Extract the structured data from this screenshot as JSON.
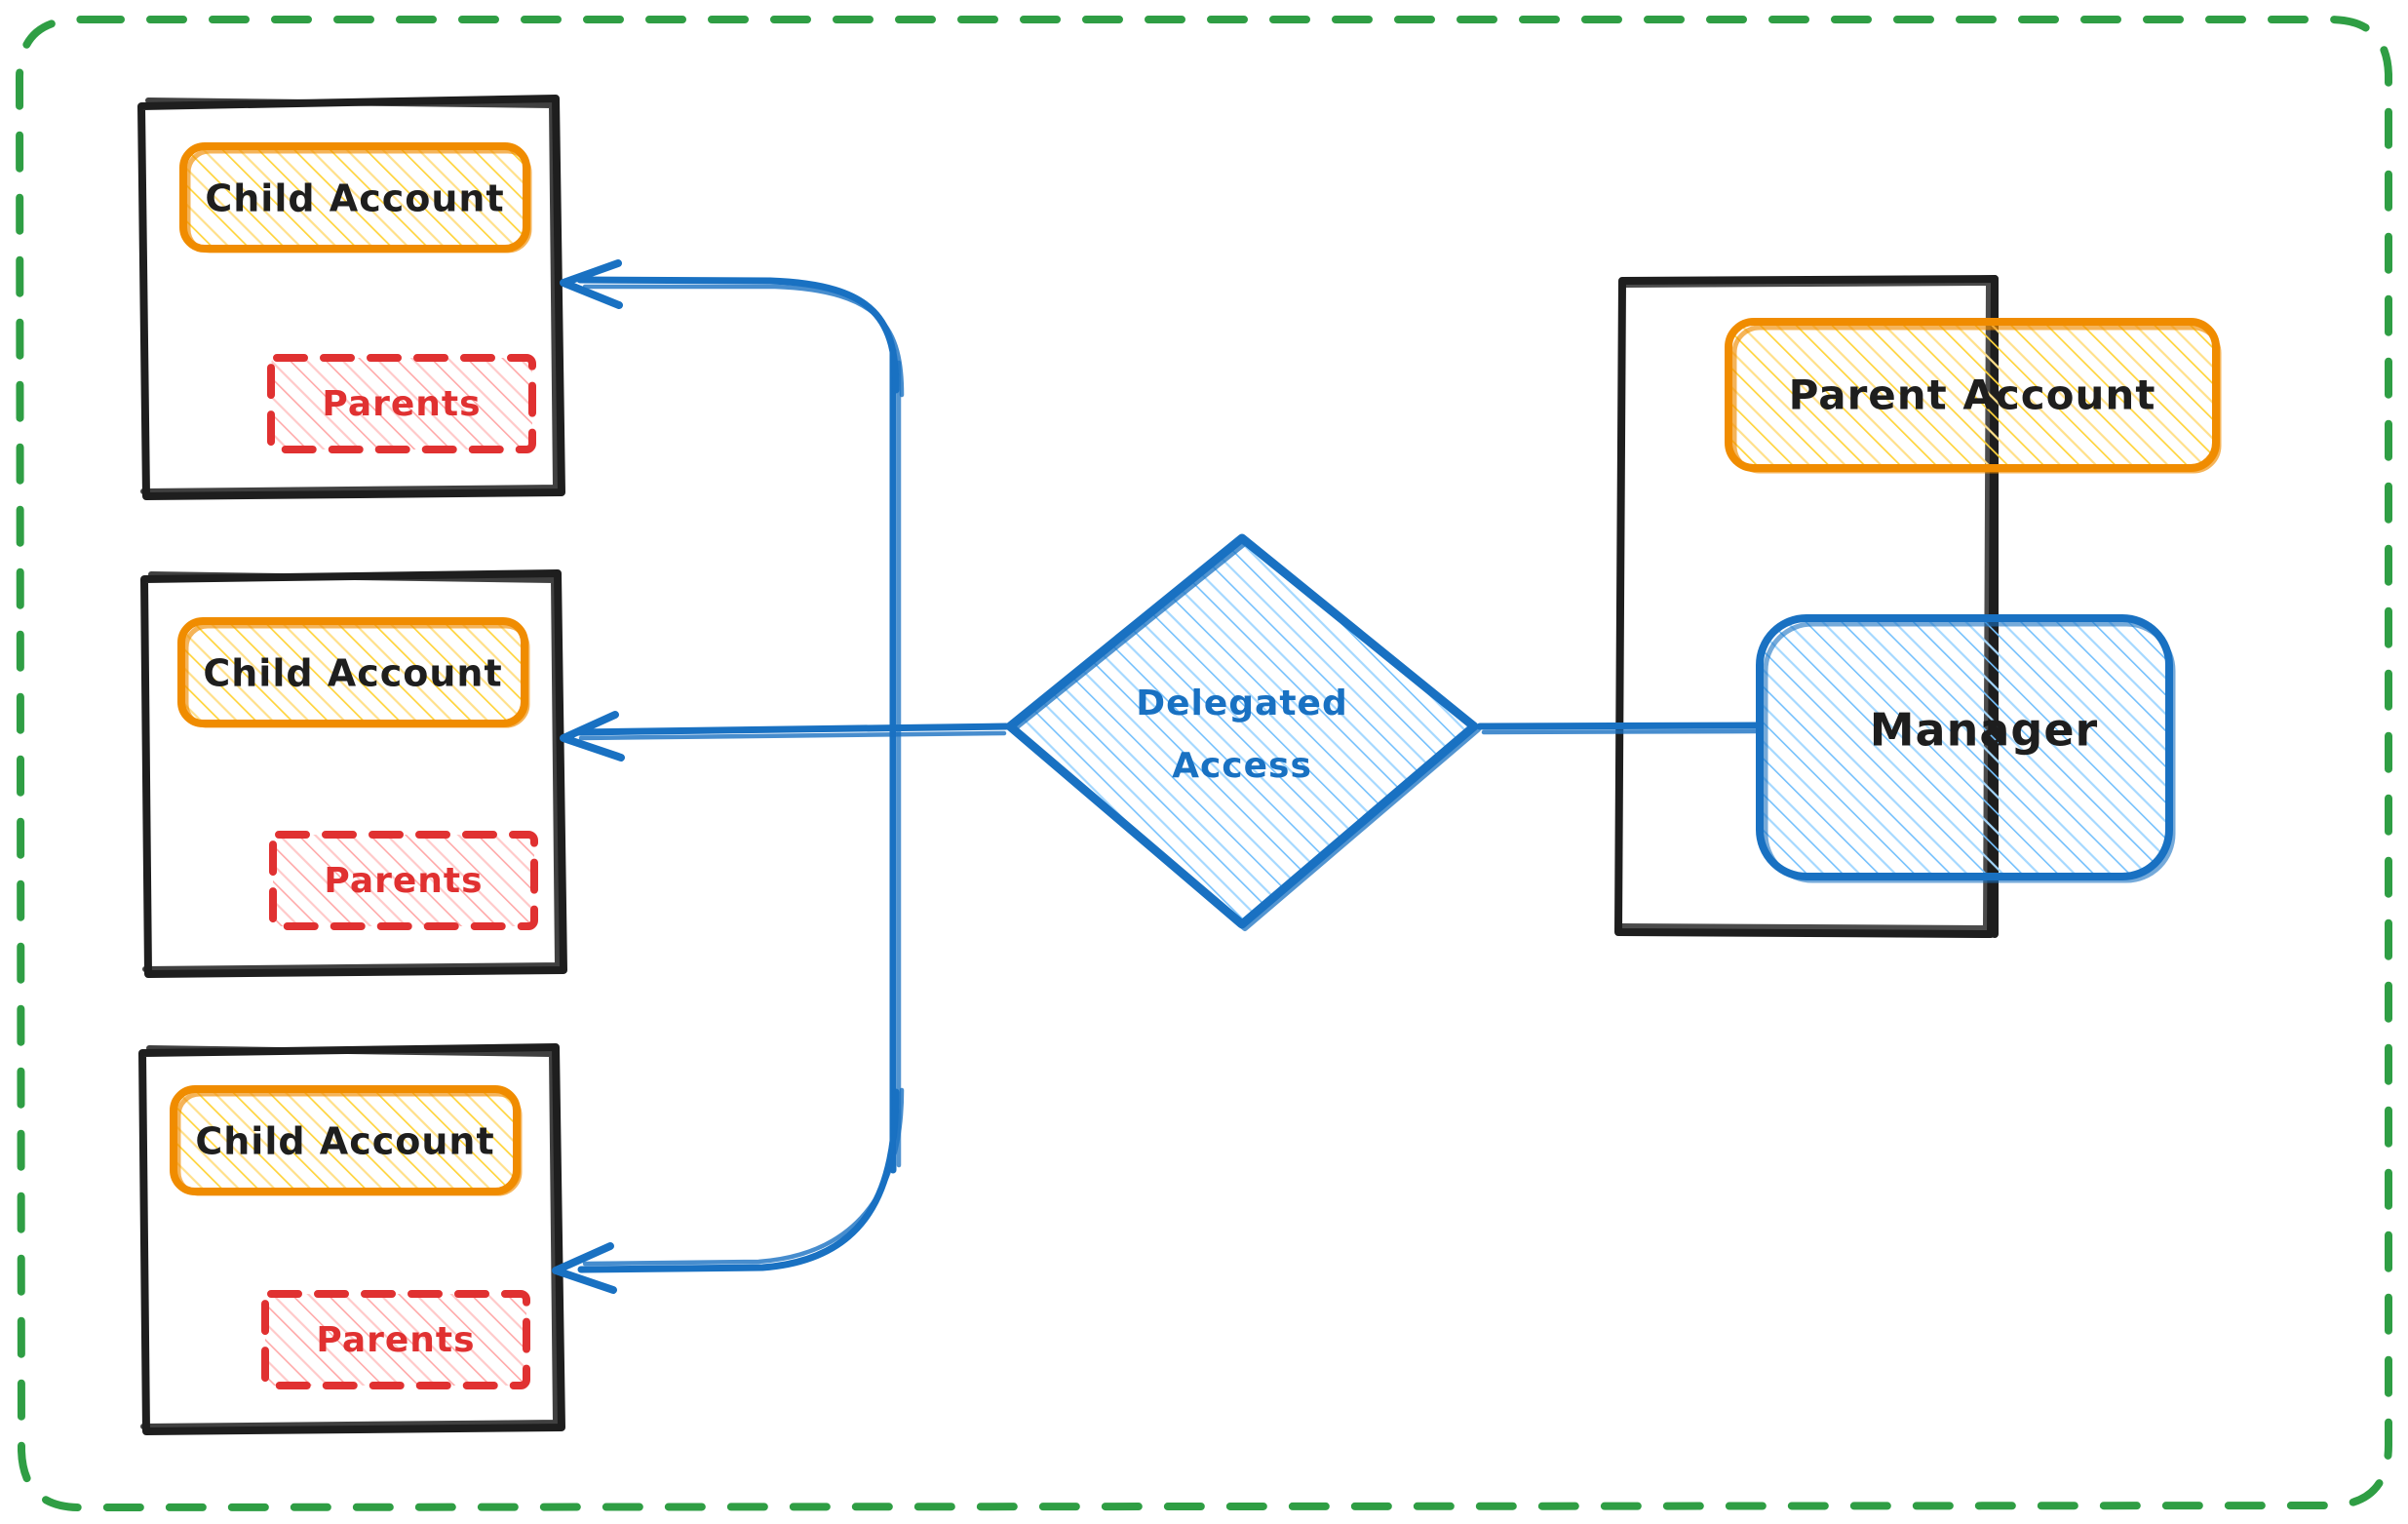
{
  "diagram": {
    "title": "Delegated Access",
    "style": "hand-drawn",
    "background": "#ffffff",
    "outer_boundary": {
      "name": "organization-boundary",
      "stroke": "#2f9e44",
      "dash": "dashed",
      "shape": "rounded-rectangle"
    },
    "colors": {
      "account_stroke": "#f08c00",
      "account_fill": "#ffec99",
      "parents_stroke": "#e03131",
      "parents_fill": "#ffc9c9",
      "blue_stroke": "#1971c2",
      "blue_fill": "#a5d8ff",
      "frame_stroke": "#1e1e1e",
      "boundary_stroke": "#2f9e44",
      "text_dark": "#1e1e1e",
      "text_red": "#e03131",
      "text_blue": "#1971c2"
    },
    "child_panels": [
      {
        "name": "child-account-panel-1",
        "account_label": "Child Account",
        "parents_label": "Parents"
      },
      {
        "name": "child-account-panel-2",
        "account_label": "Child Account",
        "parents_label": "Parents"
      },
      {
        "name": "child-account-panel-3",
        "account_label": "Child Account",
        "parents_label": "Parents"
      }
    ],
    "parent_panel": {
      "name": "parent-account-panel",
      "account_label": "Parent Account",
      "manager_label": "Manager"
    },
    "decision": {
      "name": "delegated-access-diamond",
      "label_line_1": "Delegated",
      "label_line_2": "Access"
    },
    "connectors": [
      {
        "name": "manager-to-delegated-access",
        "from": "Manager",
        "to": "Delegated Access",
        "arrow": false
      },
      {
        "name": "delegated-access-to-child-1",
        "from": "Delegated Access",
        "to": "Child Account 1",
        "arrow": true
      },
      {
        "name": "delegated-access-to-child-2",
        "from": "Delegated Access",
        "to": "Child Account 2",
        "arrow": true
      },
      {
        "name": "delegated-access-to-child-3",
        "from": "Delegated Access",
        "to": "Child Account 3",
        "arrow": true
      }
    ]
  }
}
